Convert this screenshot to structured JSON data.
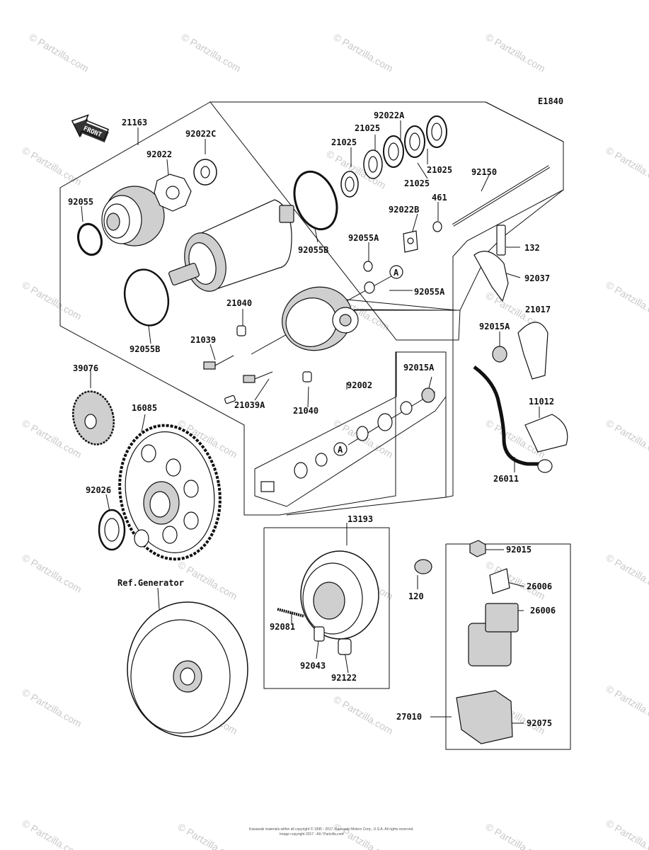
{
  "diagram_code": "E1840",
  "front_label": "FRONT",
  "ref_generator": "Ref.Generator",
  "watermark": "© Partzilla.com",
  "copyright_line1": "Kawasaki materials within all copyright © 1995 - 2017, Kawasaki Motors Corp., U.S.A. All rights reserved.",
  "copyright_line2": "Image copyright 2017 - All / Partzilla.com",
  "callout_A": "A",
  "parts": {
    "p21163": "21163",
    "p92022C": "92022C",
    "p92022": "92022",
    "p92055": "92055",
    "p92055B_top": "92055B",
    "p92055B_left": "92055B",
    "p92022A": "92022A",
    "p21025_a": "21025",
    "p21025_b": "21025",
    "p21025_c": "21025",
    "p21025_d": "21025",
    "p92150": "92150",
    "p461": "461",
    "p92022B": "92022B",
    "p92055A_a": "92055A",
    "p92055A_b": "92055A",
    "p132": "132",
    "p92037": "92037",
    "p21017": "21017",
    "p21040_a": "21040",
    "p21040_b": "21040",
    "p21039": "21039",
    "p21039A": "21039A",
    "p92015A_a": "92015A",
    "p92015A_b": "92015A",
    "p92002": "92002",
    "p39076": "39076",
    "p16085": "16085",
    "p11012": "11012",
    "p26011": "26011",
    "p92026": "92026",
    "p13193": "13193",
    "p92015": "92015",
    "p26006_a": "26006",
    "p26006_b": "26006",
    "p120": "120",
    "p92081": "92081",
    "p92043": "92043",
    "p92122": "92122",
    "p27010": "27010",
    "p92075": "92075"
  }
}
